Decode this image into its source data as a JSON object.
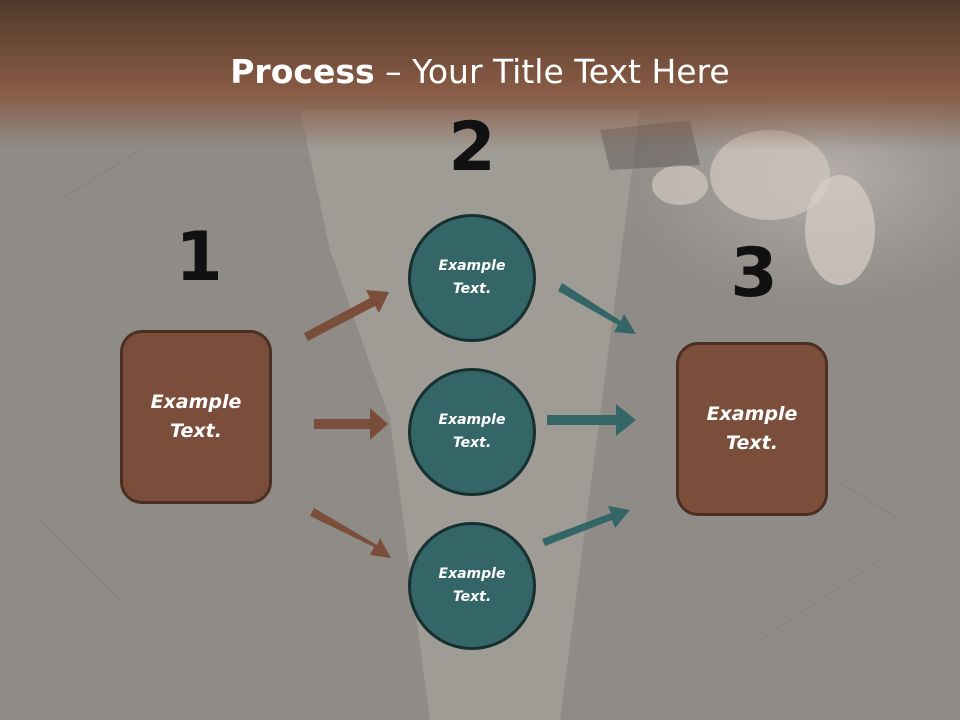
{
  "title": {
    "bold": "Process",
    "rest": " – Your Title Text Here"
  },
  "steps": [
    {
      "number": "1",
      "text": "Example Text."
    },
    {
      "number": "2",
      "text": "Example Text."
    },
    {
      "number": "3",
      "text": "Example Text."
    }
  ],
  "middle_circles": [
    {
      "text": "Example Text."
    },
    {
      "text": "Example Text."
    },
    {
      "text": "Example Text."
    }
  ],
  "colors": {
    "brown_box": "#7a4e3a",
    "brown_arrow": "#7a4e3a",
    "teal_circle": "#356667",
    "teal_arrow": "#356667",
    "title_bar": "#7a5240"
  }
}
